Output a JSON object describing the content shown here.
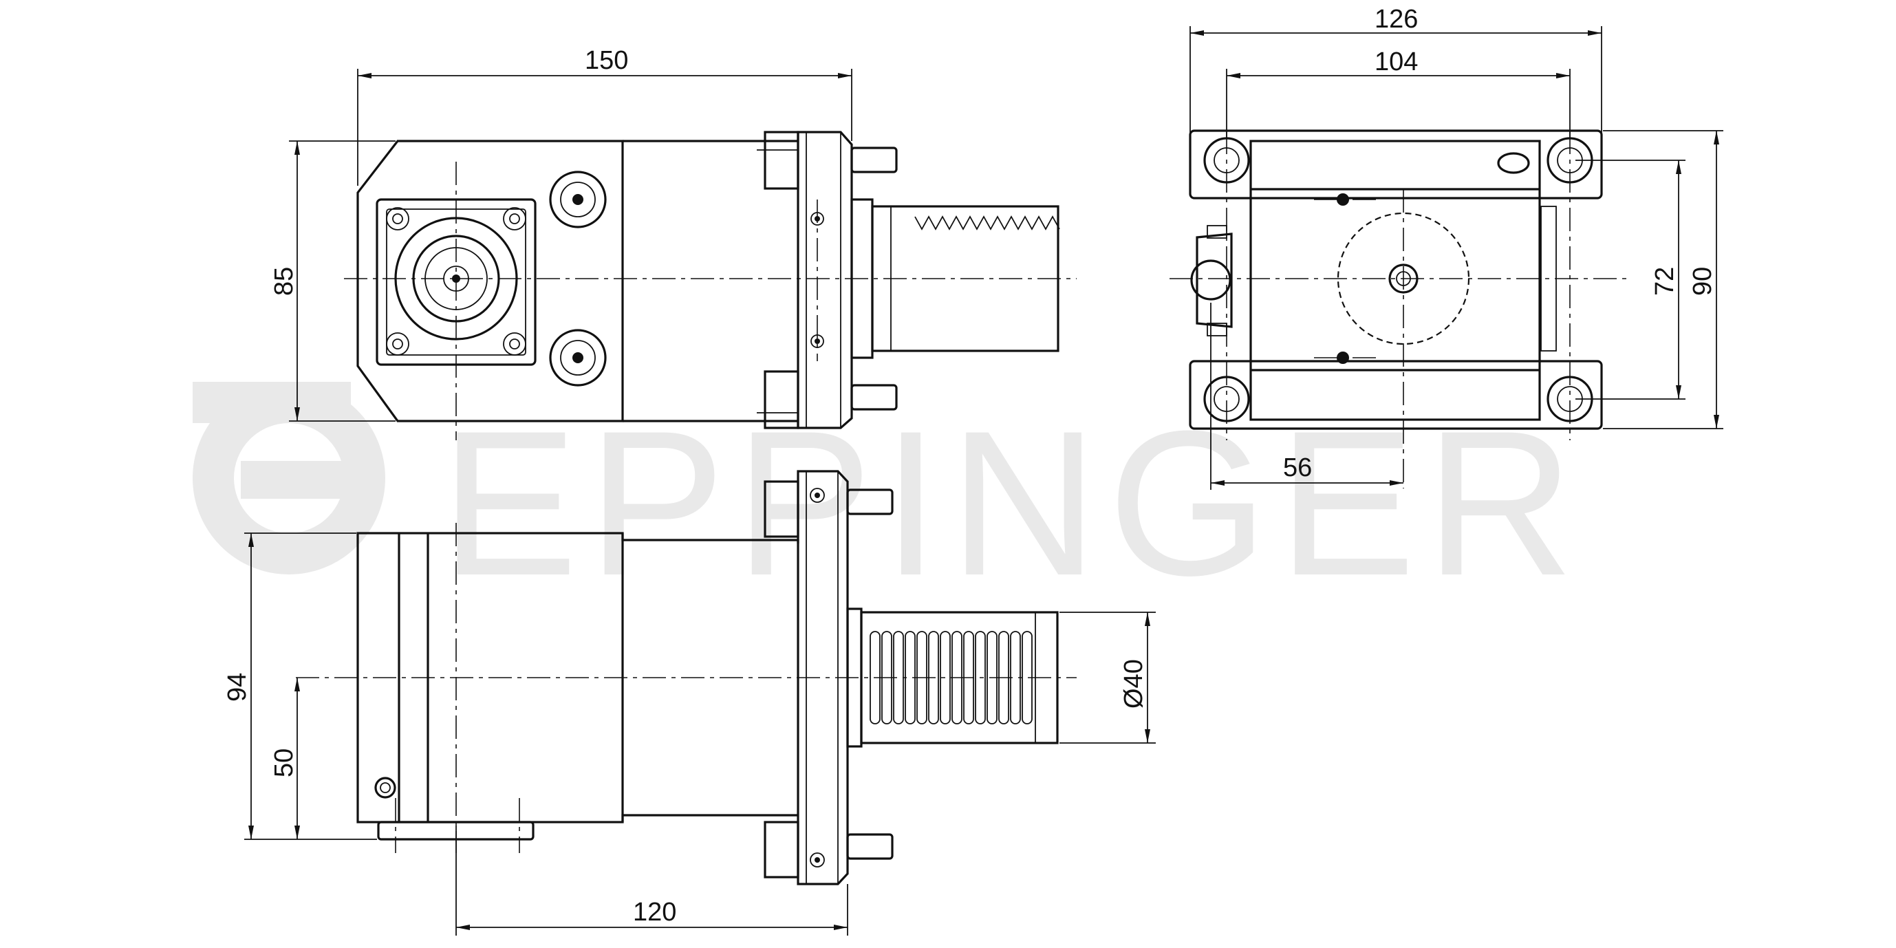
{
  "watermark": {
    "text": "EPPINGER",
    "color": "#e9e9e9"
  },
  "dimensions": {
    "front_width": "150",
    "front_height": "85",
    "side_overall_width": "126",
    "side_hole_spacing": "104",
    "side_hole_vertical": "72",
    "side_overall_height": "90",
    "side_offset": "56",
    "bottom_height": "94",
    "bottom_center_height": "50",
    "shank_diameter": "Ø40",
    "bottom_length": "120"
  },
  "views": [
    "front-view",
    "side-view",
    "top-view"
  ],
  "colors": {
    "line": "#111111",
    "background": "#ffffff"
  }
}
